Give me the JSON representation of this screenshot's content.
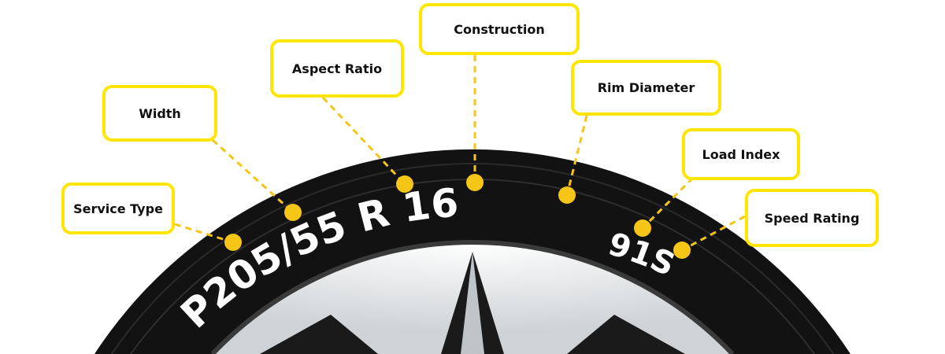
{
  "tire_marking": {
    "main": "P205/55 R 16",
    "service": "91S"
  },
  "labels": {
    "service_type": "Service Type",
    "width": "Width",
    "aspect_ratio": "Aspect Ratio",
    "construction": "Construction",
    "rim_diameter": "Rim Diameter",
    "load_index": "Load Index",
    "speed_rating": "Speed Rating"
  },
  "colors": {
    "box_border": "#ffe600",
    "dot": "#f5c518",
    "tire": "#111111"
  }
}
